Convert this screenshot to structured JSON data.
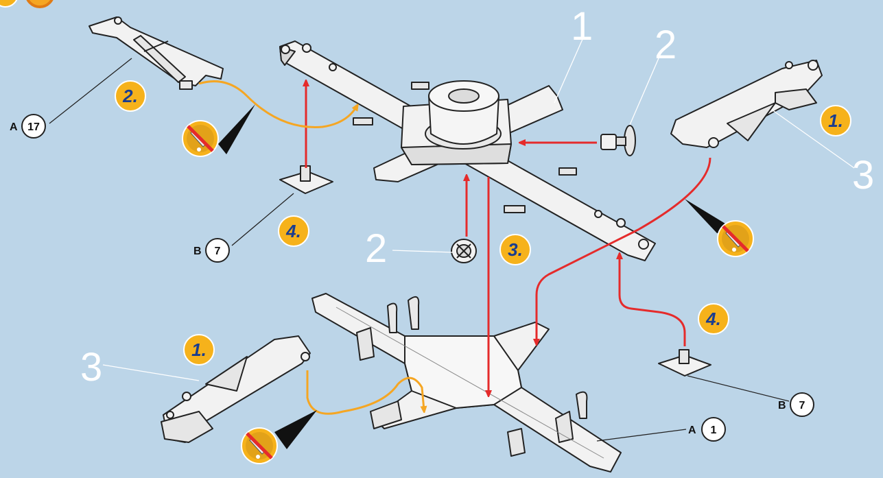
{
  "numbers": {
    "part_1": "1",
    "part_2_top": "2",
    "part_2_mid": "2",
    "part_3_right": "3",
    "part_3_left": "3"
  },
  "steps": {
    "s2_top": "2.",
    "s1_right": "1.",
    "s4_left": "4.",
    "s3_center": "3.",
    "s4_right": "4.",
    "s1_left": "1."
  },
  "refs": [
    {
      "letter": "A",
      "count": "17"
    },
    {
      "letter": "B",
      "count": "7"
    },
    {
      "letter": "B",
      "count": "7"
    },
    {
      "letter": "A",
      "count": "1"
    }
  ],
  "colors": {
    "background": "#bcd5e8",
    "red_arrow": "#e52b2b",
    "orange_arrow": "#f5a623",
    "badge": "#f6b21b",
    "part_fill": "#f2f2f2",
    "outline": "#222222"
  },
  "icons": [
    "no-glue-icon",
    "no-glue-icon",
    "no-glue-icon"
  ]
}
